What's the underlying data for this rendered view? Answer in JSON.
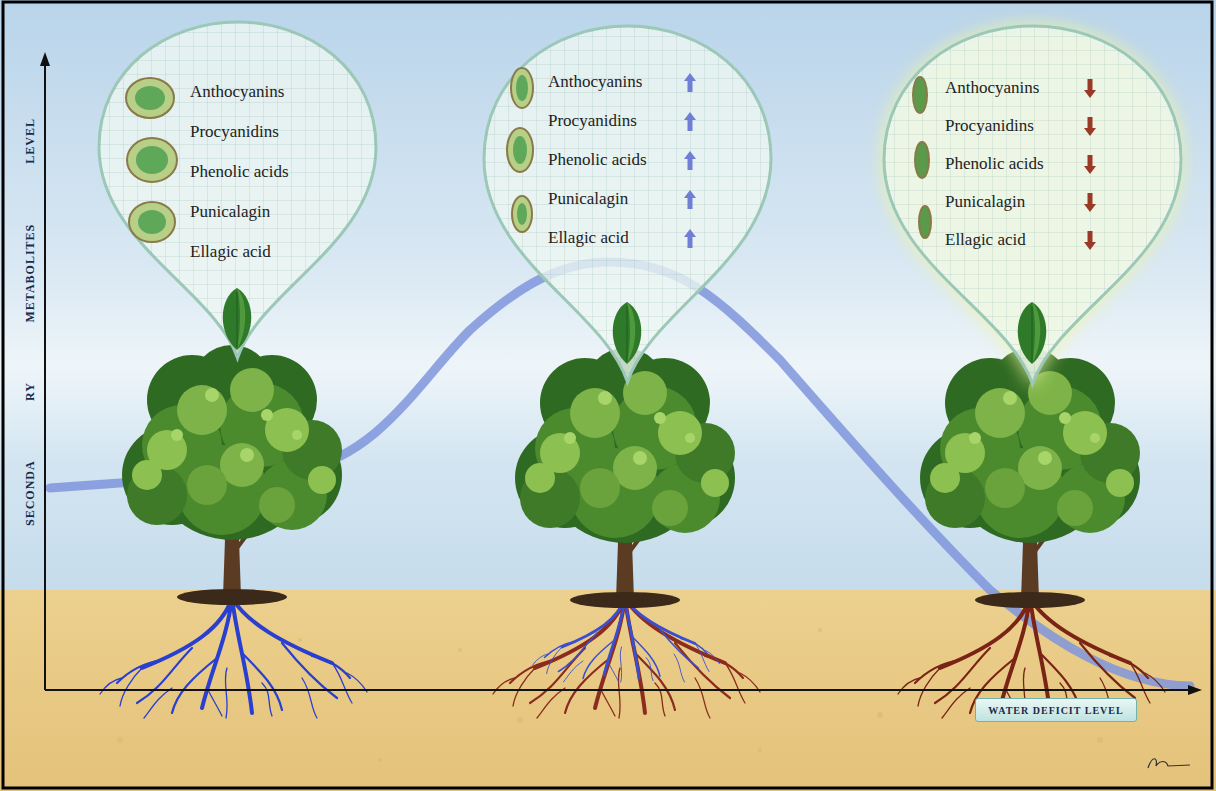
{
  "diagram": {
    "nodes": [
      {
        "text": [
          "Anthocyanins",
          "Procyanidins",
          "Phenolic acids",
          "Punicalagin",
          "Ellagic acid"
        ]
      },
      {
        "text": [
          "Anthocyanins",
          "Procyanidins",
          "Phenolic acids",
          "Punicalagin",
          "Ellagic acid"
        ]
      },
      {
        "text": [
          "Anthocyanins",
          "Procyanidins",
          "Phenolic acids",
          "Punicalagin",
          "Ellagic acid"
        ]
      },
      {
        "text": [
          "WATER DEFICIT LEVEL"
        ]
      }
    ],
    "labels": [
      "SECONDA RY METABOLITES LEVEL"
    ]
  }
}
